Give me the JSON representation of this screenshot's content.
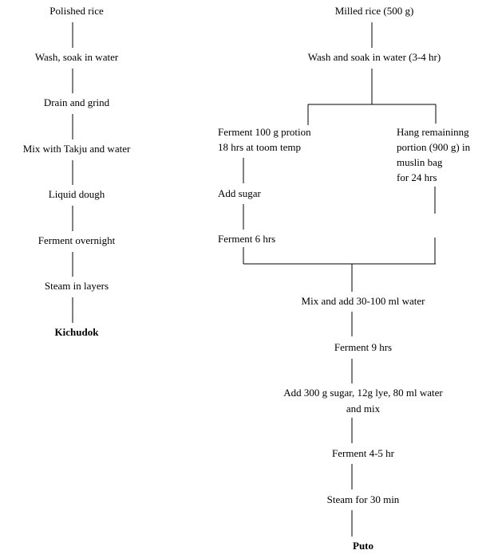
{
  "left_flow": {
    "steps": [
      "Polished rice",
      "Wash, soak in water",
      "Drain and grind",
      "Mix with Takju and water",
      "Liquid dough",
      "Ferment overnight",
      "Steam in layers"
    ],
    "product": "Kichudok"
  },
  "right_flow": {
    "start": "Milled rice (500 g)",
    "wash": "Wash and soak in water (3-4 hr)",
    "branch_a": {
      "ferment_line1": "Ferment 100 g protion",
      "ferment_line2": "18 hrs at toom temp",
      "add_sugar": "Add sugar",
      "ferment6": "Ferment 6 hrs"
    },
    "branch_b": {
      "line1": "Hang  remaininng",
      "line2": "portion (900 g) in",
      "line3": "muslin bag",
      "line4": "for 24 hrs"
    },
    "mix_water": "Mix and add 30-100 ml water",
    "ferment9": "Ferment 9 hrs",
    "add_sugar_line1": "Add 300 g sugar, 12g lye, 80 ml water",
    "add_sugar_line2": "and mix",
    "ferment45": "Ferment 4-5 hr",
    "steam": "Steam for 30 min",
    "product": "Puto"
  }
}
